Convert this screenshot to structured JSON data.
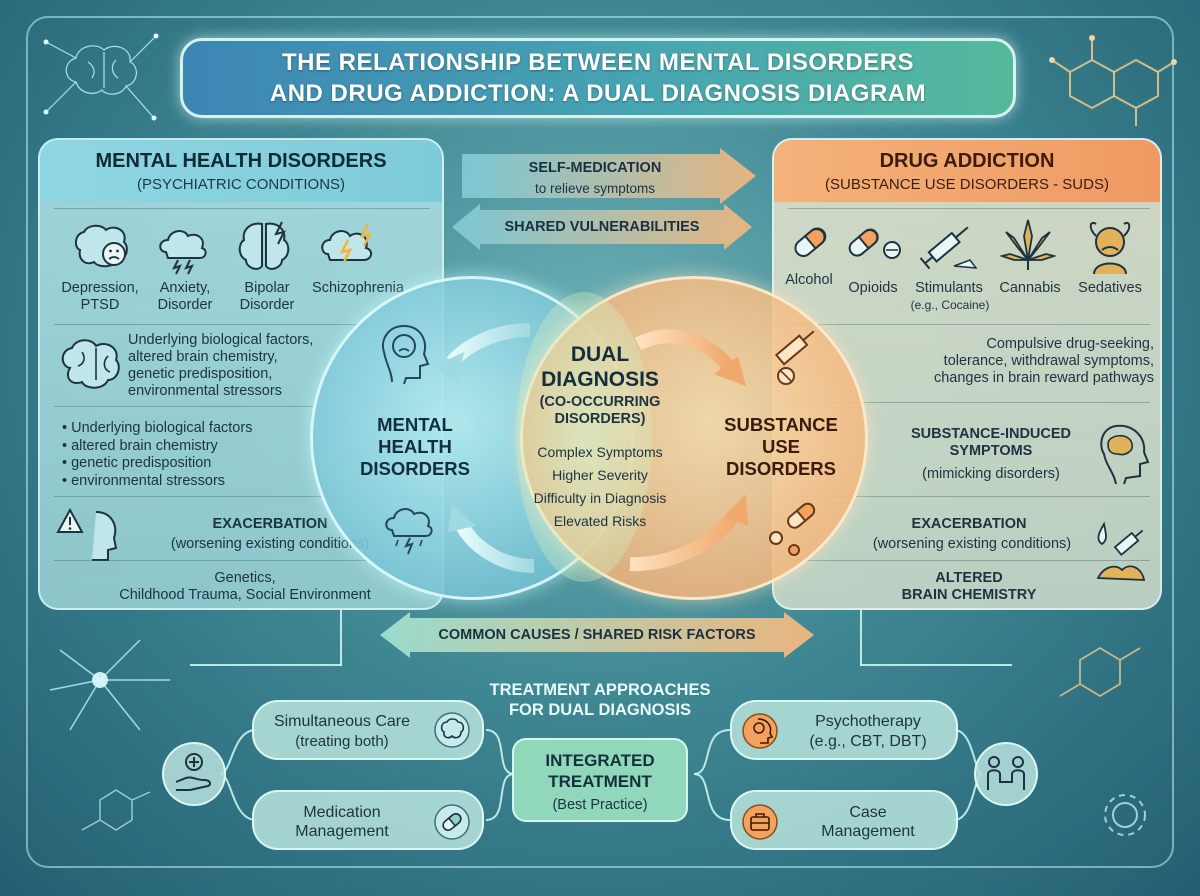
{
  "title": {
    "line1": "The Relationship Between Mental Disorders",
    "line2": "and Drug Addiction: A Dual Diagnosis Diagram"
  },
  "left_panel": {
    "title": "Mental Health Disorders",
    "subtitle": "(Psychiatric Conditions)",
    "conditions": [
      {
        "label": "Depression,\nPTSD",
        "icon": "sad-brain-icon"
      },
      {
        "label": "Anxiety,\nDisorder",
        "icon": "storm-cloud-icon"
      },
      {
        "label": "Bipolar\nDisorder",
        "icon": "split-brain-icon"
      },
      {
        "label": "Schizophrenia",
        "icon": "lightning-cloud-icon"
      }
    ],
    "factors_text": "Underlying biological factors,\naltered brain chemistry,\ngenetic predisposition,\nenvironmental stressors",
    "bullets": [
      "Underlying biological factors",
      "altered brain chemistry",
      "genetic predisposition",
      "environmental stressors"
    ],
    "exacerbation_title": "Exacerbation",
    "exacerbation_sub": "(worsening existing conditions)",
    "causes_text": "Genetics,\nChildhood Trauma, Social Environment"
  },
  "right_panel": {
    "title": "Drug Addiction",
    "subtitle": "(Substance Use Disorders - SUDs)",
    "substances": [
      {
        "label": "Alcohol",
        "sub": "",
        "icon": "capsule-icon"
      },
      {
        "label": "Opioids",
        "sub": "",
        "icon": "pills-icon"
      },
      {
        "label": "Stimulants",
        "sub": "(e.g., Cocaine)",
        "icon": "syringe-icon"
      },
      {
        "label": "Cannabis",
        "sub": "",
        "icon": "cannabis-leaf-icon"
      },
      {
        "label": "Sedatives",
        "sub": "",
        "icon": "distressed-face-icon"
      }
    ],
    "addiction_text": "Compulsive drug-seeking,\ntolerance, withdrawal symptoms,\nchanges in brain reward pathways",
    "induced_title": "Substance-Induced\nSymptoms",
    "induced_sub": "(mimicking disorders)",
    "exacerbation_title": "Exacerbation",
    "exacerbation_sub": "(worsening existing conditions)",
    "altered_title": "Altered\nBrain Chemistry"
  },
  "arrows": {
    "self_medication": "Self-Medication",
    "self_medication_sub": "to relieve symptoms",
    "shared_vulnerabilities": "Shared Vulnerabilities",
    "common_causes": "Common Causes / Shared Risk Factors"
  },
  "venn": {
    "left_label": "Mental\nHealth\nDisorders",
    "right_label": "Substance\nUse\nDisorders",
    "center_title": "Dual\nDiagnosis",
    "center_sub": "(Co-Occurring\nDisorders)",
    "center_items": [
      "Complex Symptoms",
      "Higher Severity",
      "Difficulty in Diagnosis",
      "Elevated Risks"
    ]
  },
  "treatment": {
    "heading": "Treatment Approaches\nfor Dual Diagnosis",
    "integrated_title": "Integrated\nTreatment",
    "integrated_sub": "(Best Practice)",
    "simultaneous": "Simultaneous Care",
    "simultaneous_sub": "(treating both)",
    "medication": "Medication\nManagement",
    "psychotherapy": "Psychotherapy",
    "psychotherapy_sub": "(e.g., CBT, DBT)",
    "case_management": "Case\nManagement"
  },
  "colors": {
    "mental_teal": "#7ecbd9",
    "addiction_orange": "#ef9a62",
    "background": "#3f8793"
  }
}
